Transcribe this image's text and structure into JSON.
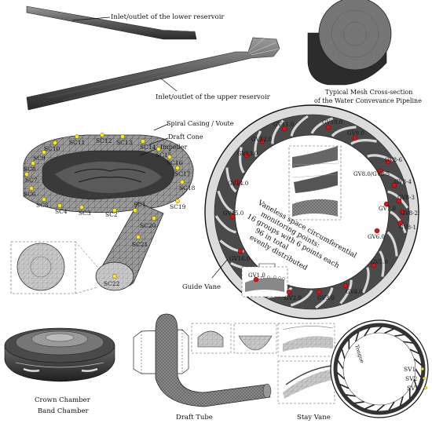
{
  "labels": {
    "inlet_lower": "Inlet/outlet of the lower reservoir",
    "inlet_upper": "Inlet/outlet of the upper reservoir",
    "mesh_line1": "Typical Mesh Cross-section",
    "mesh_line2": "of the Water Convevance Pipeline",
    "spiral_casing": "Spiral Casing / Voute",
    "draft_cone": "Draft Cone",
    "impeller": "Impeller",
    "guide_vane": "Guide Vane",
    "vaneless_l1": "Vaneless space circumferential",
    "vaneless_l2": "monitoring points:",
    "vaneless_l3": "16 groups with 6 points each",
    "vaneless_l4": "96 in total",
    "vaneless_l5": "evenly distributed",
    "crown_l1": "Crown Chamber",
    "crown_l2": "Band Chamber",
    "draft_tube": "Draft Tube",
    "stay_vane": "Stay Vane",
    "tongue": "Tongue"
  },
  "spiral_points": [
    "SC1",
    "SC2",
    "SC3",
    "SC4",
    "SC5",
    "SC6",
    "SC7",
    "SC8",
    "SC9",
    "SC10",
    "SC11",
    "SC12",
    "SC13",
    "SC14",
    "SC15",
    "SC16",
    "SC17",
    "SC18",
    "SC19",
    "SC20",
    "SC21",
    "SC22"
  ],
  "guide_vane_points": [
    "GV1.0",
    "GV2.0",
    "GV3.0",
    "GV4.0",
    "GV5.0",
    "GV6.0",
    "GV7.0",
    "GV8.0/GV8-5",
    "GV8-6",
    "GV8-4",
    "GV8-3",
    "GV8-2",
    "GV8-1",
    "GV9.0",
    "GV10.0",
    "GV11.0",
    "GV12.0",
    "GV13.0",
    "GV14.0",
    "GV15.0",
    "GV16.0"
  ],
  "stay_vane_points": [
    "SV1",
    "SV2",
    "SV3"
  ],
  "colors": {
    "mesh_dark": "#2e2e2e",
    "mesh_mid": "#6f6f6f",
    "mesh_light": "#bdbdbd",
    "marker_yellow": "#ffea00",
    "marker_red": "#e01010"
  }
}
